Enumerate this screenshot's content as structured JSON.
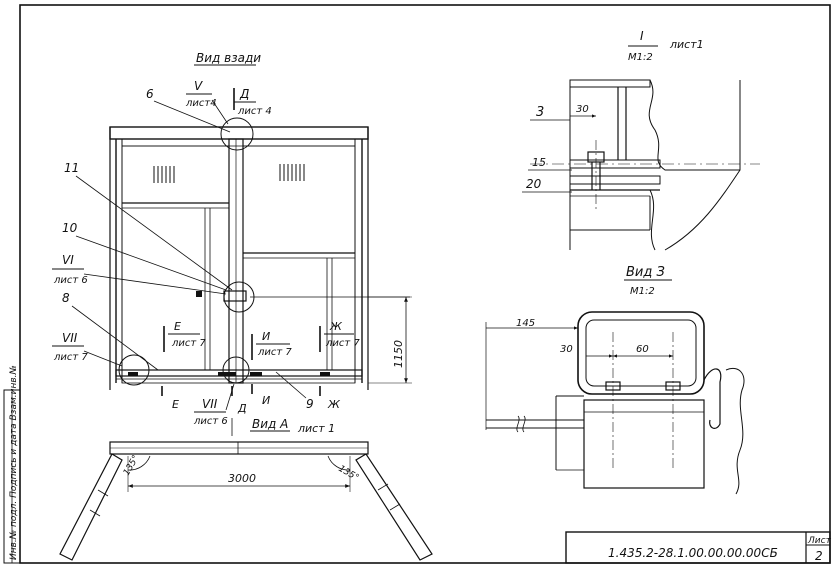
{
  "main_view": {
    "title": "Вид взади",
    "callout_v_num": "V",
    "callout_v_sheet": "лист4",
    "callout_d_top": "Д",
    "callout_d_top_sheet": "лист 4",
    "marks": [
      "6",
      "11",
      "10",
      "8",
      "9"
    ],
    "callout_vi_num": "VI",
    "callout_vi_sheet": "лист 6",
    "callout_vii_num": "VII",
    "callout_vii_sheet": "лист 7",
    "section_e_label": "Е",
    "section_e_sheet": "лист 7",
    "section_i_label": "И",
    "section_i_sheet": "лист 7",
    "section_zh_label": "Ж",
    "section_zh_sheet": "лист 7",
    "cut_e": "Е",
    "cut_d": "Д",
    "cut_i": "И",
    "cut_zh": "Ж",
    "callout_vii_bottom_num": "VII",
    "callout_vii_bottom_sheet": "лист 6",
    "height_dim": "1150"
  },
  "plan_view": {
    "title": "Вид А",
    "sheet": "лист 1",
    "width_dim": "3000",
    "angle_left": "135°",
    "angle_right": "135°"
  },
  "detail_i": {
    "title": "I",
    "scale": "М1:2",
    "sheet": "лист1",
    "mark_3": "3",
    "dim_30": "30",
    "mark_15": "15",
    "mark_20": "20"
  },
  "view_z": {
    "title": "Вид З",
    "scale": "М1:2",
    "dim_145": "145",
    "dim_30": "30",
    "dim_60": "60"
  },
  "side_stamp": {
    "text": "Инв.№ подл.  Подпись и дата  Взам.инв.№"
  },
  "title_block": {
    "designation": "1.435.2-28.1.00.00.00.00СБ",
    "sheet_label": "Лист",
    "sheet_number": "2"
  }
}
